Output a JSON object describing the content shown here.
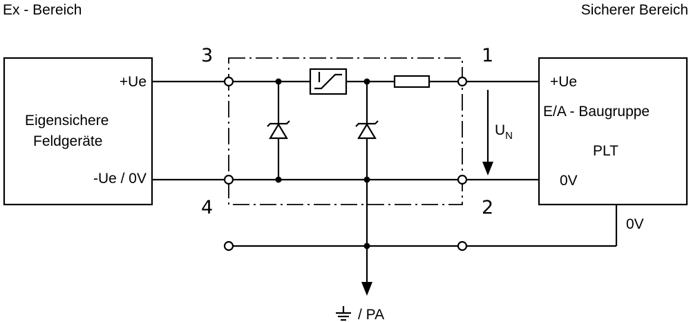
{
  "zones": {
    "left": "Ex - Bereich",
    "right": "Sicherer Bereich"
  },
  "field_devices": {
    "line1": "Eigensichere",
    "line2": "Feldgeräte",
    "pos": "+Ue",
    "neg": "-Ue / 0V"
  },
  "io_module": {
    "pos": "+Ue",
    "line1": "E/A - Baugruppe",
    "line2": "PLT",
    "zero": "0V"
  },
  "terminals": {
    "t1": "1",
    "t2": "2",
    "t3": "3",
    "t4": "4"
  },
  "voltage": {
    "main": "U",
    "sub": "N"
  },
  "zero_volt_label": "0V",
  "ground_label": "/ PA",
  "colors": {
    "line": "#000000",
    "background": "#ffffff"
  }
}
